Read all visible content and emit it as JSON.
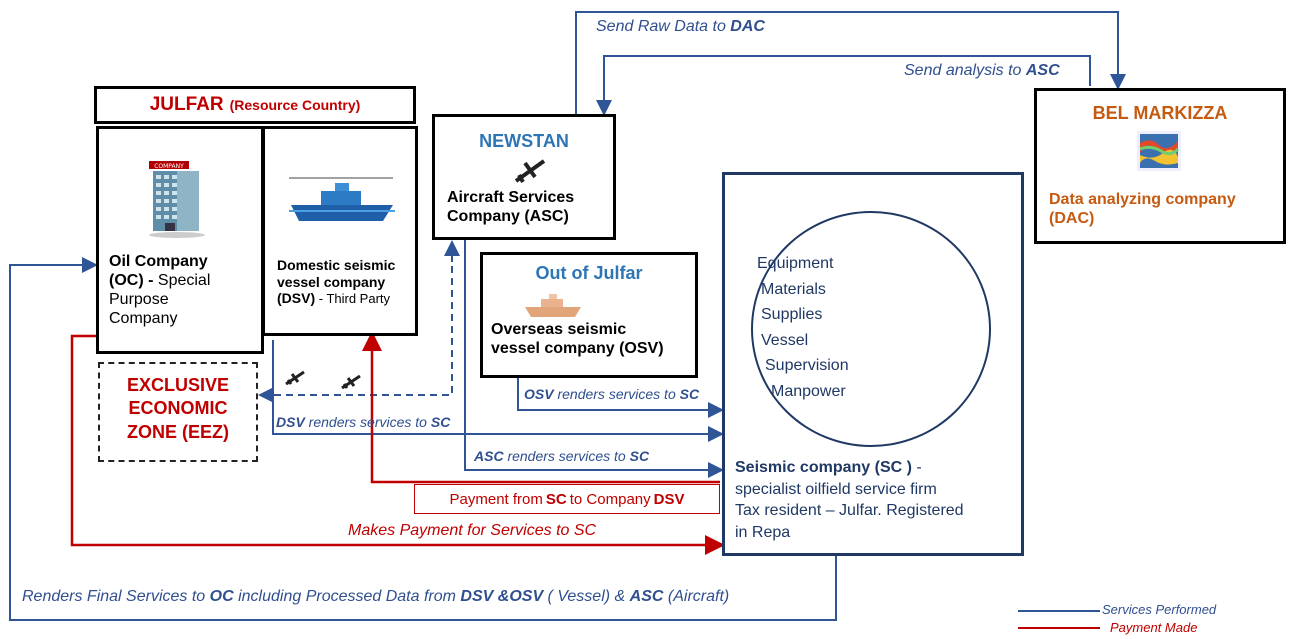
{
  "julfar_banner": {
    "main": "JULFAR",
    "sub": "(Resource Country)"
  },
  "oil_company": {
    "b1": "Oil Company",
    "b2": "(OC) -",
    "t1": "Special",
    "t2": "Purpose",
    "t3": "Company",
    "logo_text": "COMPANY"
  },
  "dsv": {
    "l1": "Domestic seismic",
    "l2": "vessel company",
    "l3b": "(DSV)",
    "l3": " - Third Party"
  },
  "eez": {
    "l1": "EXCLUSIVE",
    "l2": "ECONOMIC",
    "l3": "ZONE (EEZ)"
  },
  "newstan": {
    "title": "NEWSTAN",
    "l1": "Aircraft Services",
    "l2": "Company (ASC)"
  },
  "out_of_julfar": {
    "title": "Out of Julfar",
    "l1": "Overseas seismic",
    "l2": "vessel company (OSV)"
  },
  "bel_markizza": {
    "title": "BEL MARKIZZA",
    "l1": "Data analyzing company",
    "l2": "(DAC)"
  },
  "seismic": {
    "circle_items": [
      "Equipment",
      "Materials",
      "Supplies",
      "Vessel",
      "Supervision",
      "Manpower"
    ],
    "l1b": "Seismic company (SC )",
    "l1": " -",
    "l2": "specialist oilfield service firm",
    "l3": "Tax resident – Julfar. Registered",
    "l4": "in Repa"
  },
  "flows": {
    "send_raw_a": "Send Raw Data to ",
    "send_raw_b": "DAC",
    "send_analysis_a": "Send analysis to ",
    "send_analysis_b": "ASC",
    "osv_a": "OSV",
    "osv_b": "  renders services to ",
    "osv_c": "SC",
    "dsv_a": "DSV",
    "dsv_b": " renders services to ",
    "dsv_c": "SC",
    "asc_a": "ASC",
    "asc_b": " renders services to ",
    "asc_c": "SC",
    "payment_a": "Payment from ",
    "payment_b": "SC",
    "payment_c": " to Company ",
    "payment_d": "DSV",
    "makes_payment": "Makes Payment for Services to SC",
    "final_1": "Renders Final Services to ",
    "final_2": "OC",
    "final_3": " including Processed Data from ",
    "final_4": "DSV &OSV",
    "final_5": " ( Vessel) & ",
    "final_6": " ASC",
    "final_7": " (Aircraft)"
  },
  "legend": {
    "services": "Services Performed",
    "payment": "Payment Made"
  },
  "colors": {
    "services": "#2f5597",
    "payment": "#c00000",
    "org_title": "#c55a11",
    "newstan": "#2e75b6"
  }
}
